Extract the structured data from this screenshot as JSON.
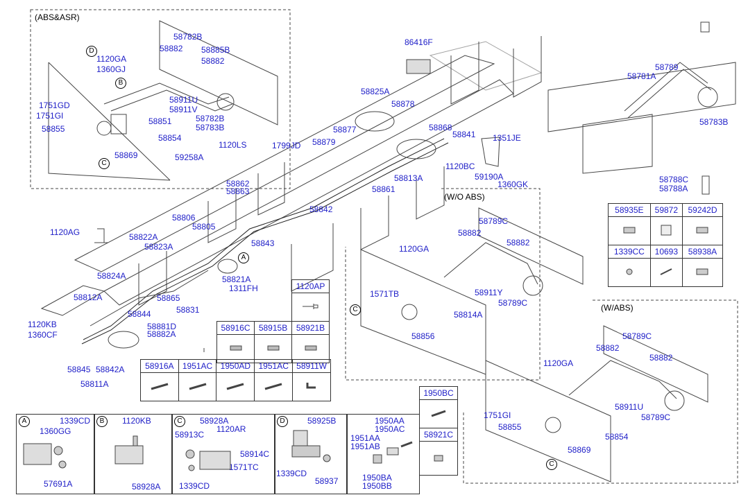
{
  "sections": {
    "abs_asr": "(ABS&ASR)",
    "wo_abs": "(W/O ABS)",
    "w_abs": "(W/ABS)"
  },
  "labels": {
    "l58782B_top": "58782B",
    "l58882_a1": "58882",
    "l58885B": "58885B",
    "l1120GA_a": "1120GA",
    "l1360GJ": "1360GJ",
    "l58882_a2": "58882",
    "l1751GD": "1751GD",
    "l1751GI_a": "1751GI",
    "l58911U_a": "58911U",
    "l58911V": "58911V",
    "l58855_a": "58855",
    "l58851": "58851",
    "l58782B_b": "58782B",
    "l58783B_a": "58783B",
    "l58854_a": "58854",
    "l1120LS": "1120LS",
    "l58869_a": "58869",
    "l59258A": "59258A",
    "l86416F": "86416F",
    "l58825A": "58825A",
    "l58878": "58878",
    "l58877": "58877",
    "l58868": "58868",
    "l58879": "58879",
    "l1799JD": "1799JD",
    "l58841": "58841",
    "l1351JE": "1351JE",
    "l1120BC": "1120BC",
    "l59190A": "59190A",
    "l58813A": "58813A",
    "l1360GK": "1360GK",
    "l58861": "58861",
    "l58862": "58862",
    "l58863": "58863",
    "l58842": "58842",
    "l58806": "58806",
    "l58805": "58805",
    "l58843": "58843",
    "l1120AG": "1120AG",
    "l58822A": "58822A",
    "l58823A": "58823A",
    "l58821A": "58821A",
    "l1311FH": "1311FH",
    "l58824A": "58824A",
    "l58865": "58865",
    "l58831": "58831",
    "l58812A": "58812A",
    "l58844": "58844",
    "l1120KB_m": "1120KB",
    "l1360CF": "1360CF",
    "l58881D": "58881D",
    "l58882A": "58882A",
    "l58845": "58845",
    "l58842A": "58842A",
    "l58811A": "58811A",
    "l58789_r": "58789",
    "l58781A": "58781A",
    "l58783B_r": "58783B",
    "l58788C": "58788C",
    "l58788A": "58788A",
    "l58789C_w1": "58789C",
    "l58882_w1": "58882",
    "l1120GA_w": "1120GA",
    "l58882_w2": "58882",
    "l1571TB": "1571TB",
    "l58911Y": "58911Y",
    "l58789C_w2": "58789C",
    "l58814A": "58814A",
    "l58856": "58856",
    "l58789C_a1": "58789C",
    "l58882_a3": "58882",
    "l1120GA_b": "1120GA",
    "l58882_a4": "58882",
    "l1751GI_b": "1751GI",
    "l58855_b": "58855",
    "l58911U_b": "58911U",
    "l58789C_a2": "58789C",
    "l58854_b": "58854",
    "l58869_b": "58869"
  },
  "circle_markers": [
    "A",
    "B",
    "C",
    "D"
  ],
  "box_1120AP": "1120AP",
  "fittings_row1": [
    "58916C",
    "58915B",
    "58921B"
  ],
  "fittings_row2": [
    "58916A",
    "1951AC",
    "1950AD",
    "1951AC",
    "58911W"
  ],
  "right_table": {
    "row1": [
      "58935E",
      "59872",
      "59242D"
    ],
    "row2": [
      "1339CC",
      "10693",
      "58938A"
    ]
  },
  "box_1950BC": "1950BC",
  "box_58921C": "58921C",
  "detail_boxes": {
    "A": {
      "letter": "A",
      "labels": [
        "1339CD",
        "1360GG",
        "57691A"
      ]
    },
    "B": {
      "letter": "B",
      "labels": [
        "1120KB",
        "58928A"
      ]
    },
    "C": {
      "letter": "C",
      "labels": [
        "58928A",
        "1120AR",
        "58913C",
        "58914C",
        "1571TC",
        "1339CD"
      ]
    },
    "D": {
      "letter": "D",
      "labels": [
        "58925B",
        "1339CD",
        "58937"
      ]
    },
    "E": {
      "labels": [
        "1950AA",
        "1950AC",
        "1951AA",
        "1951AB",
        "1950BA",
        "1950BB"
      ]
    }
  }
}
